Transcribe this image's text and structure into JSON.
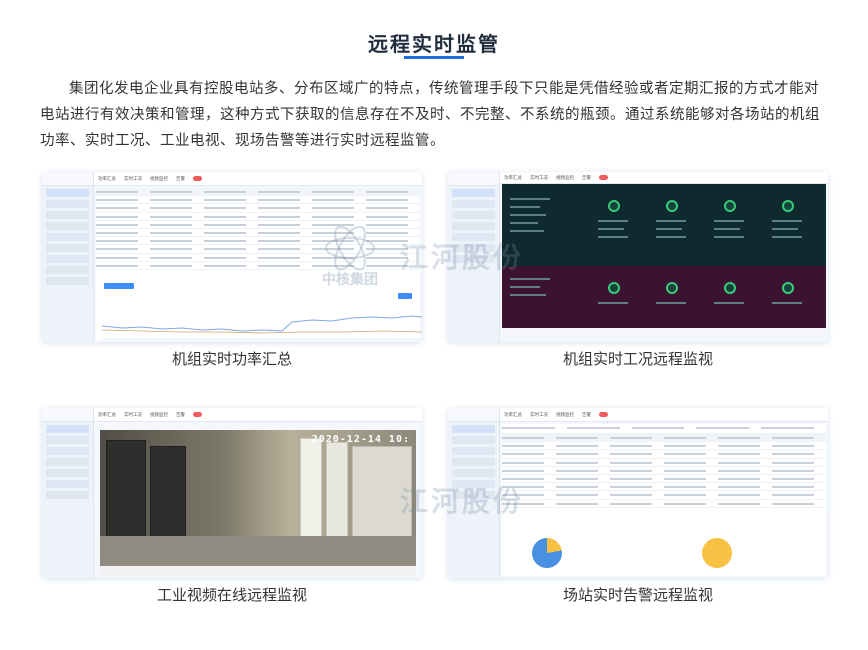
{
  "page": {
    "title": "远程实时监管",
    "intro": "集团化发电企业具有控股电站多、分布区域广的特点，传统管理手段下只能是凭借经验或者定期汇报的方式才能对电站进行有效决策和管理，这种方式下获取的信息存在不及时、不完整、不系统的瓶颈。通过系统能够对各场站的机组功率、实时工况、工业电视、现场告警等进行实时远程监管。"
  },
  "panels": [
    {
      "caption": "机组实时功率汇总",
      "tabs": [
        "功率汇总",
        "实时工况",
        "视频监控",
        "告警"
      ]
    },
    {
      "caption": "机组实时工况远程监视",
      "tabs": [
        "功率汇总",
        "实时工况",
        "视频监控",
        "告警"
      ]
    },
    {
      "caption": "工业视频在线远程监视",
      "tabs": [
        "功率汇总",
        "实时工况",
        "视频监控",
        "告警"
      ],
      "timestamp": "2020-12-14 10:"
    },
    {
      "caption": "场站实时告警远程监视",
      "tabs": [
        "功率汇总",
        "实时工况",
        "视频监控",
        "告警"
      ]
    }
  ],
  "watermarks": {
    "company": "江河股份",
    "logo_text": "中核集团"
  },
  "colors": {
    "accent": "#1e6fd9",
    "dashboard_bg": "#0e2a2f",
    "dashboard_alt_bg": "#3b1230",
    "gauge_green": "#39c97a",
    "pie_blue": "#4a90e2",
    "pie_yellow": "#f7c244"
  }
}
